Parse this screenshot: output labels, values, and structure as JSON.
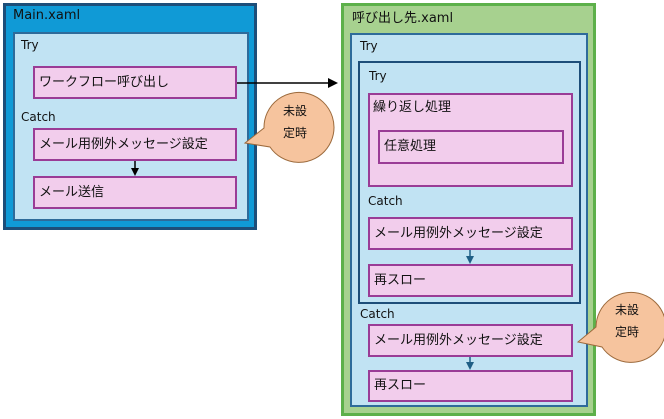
{
  "main": {
    "title": "Main.xaml",
    "try_label": "Try",
    "invoke_box": "ワークフロー呼び出し",
    "catch_label": "Catch",
    "set_message_box": "メール用例外メッセージ設定",
    "send_mail_box": "メール送信",
    "callout_line1": "未設",
    "callout_line2": "定時"
  },
  "callee": {
    "title": "呼び出し先.xaml",
    "outer_try_label": "Try",
    "inner_try_label": "Try",
    "loop_box": "繰り返し処理",
    "task_box": "任意処理",
    "inner_catch_label": "Catch",
    "inner_set_message_box": "メール用例外メッセージ設定",
    "inner_rethrow_box": "再スロー",
    "outer_catch_label": "Catch",
    "outer_set_message_box": "メール用例外メッセージ設定",
    "outer_rethrow_box": "再スロー",
    "callout_line1": "未設",
    "callout_line2": "定時"
  },
  "colors": {
    "main_fill": "#109ad6",
    "main_border": "#1d4e79",
    "inner_fill": "#c1e3f3",
    "inner_border": "#2e6b9a",
    "callee_fill": "#a7d18f",
    "callee_border": "#5db04a",
    "box_fill": "#f2cdec",
    "box_border": "#9a3c96",
    "callout_fill": "#f6c49e",
    "callout_border": "#9c6a3c"
  }
}
